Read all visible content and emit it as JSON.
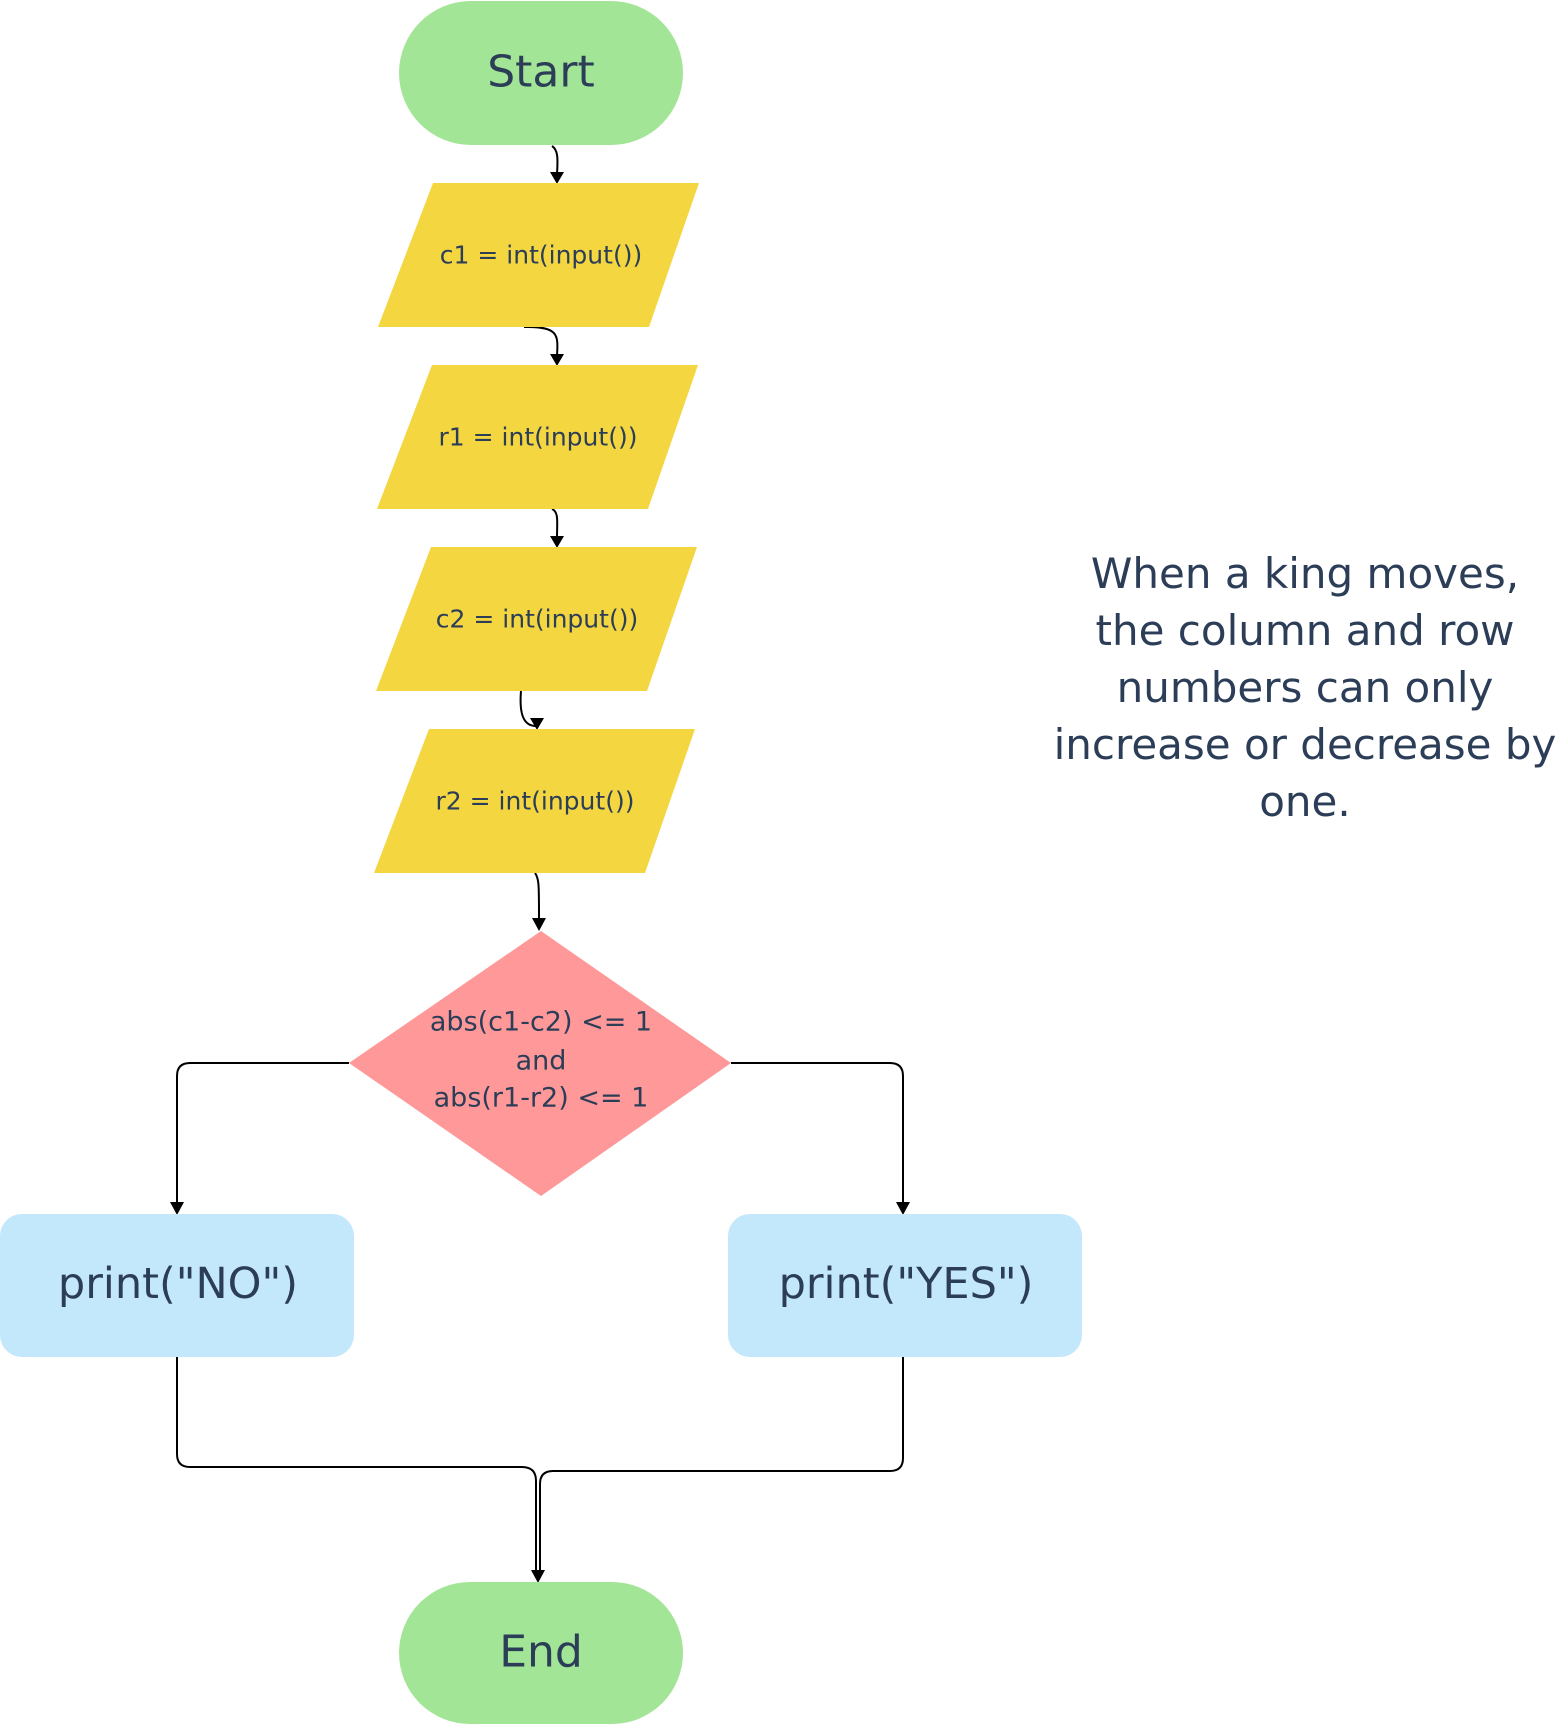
{
  "colors": {
    "terminal_fill": "#a3e596",
    "io_fill": "#f4d641",
    "decision_fill": "#ff9999",
    "process_fill": "#c4e8fb",
    "text": "#2b3d57",
    "edge": "#000000"
  },
  "nodes": {
    "start": {
      "label": "Start"
    },
    "input_c1": {
      "label": "c1 = int(input())"
    },
    "input_r1": {
      "label": "r1 = int(input())"
    },
    "input_c2": {
      "label": "c2 = int(input())"
    },
    "input_r2": {
      "label": "r2 = int(input())"
    },
    "decision": {
      "lines": [
        "abs(c1-c2) <= 1",
        "and",
        "abs(r1-r2) <= 1"
      ]
    },
    "print_no": {
      "label": "print(\"NO\")"
    },
    "print_yes": {
      "label": "print(\"YES\")"
    },
    "end": {
      "label": "End"
    }
  },
  "note": {
    "lines": [
      "When a king moves,",
      "the column and row",
      "numbers can only",
      "increase or decrease by",
      "one."
    ]
  }
}
